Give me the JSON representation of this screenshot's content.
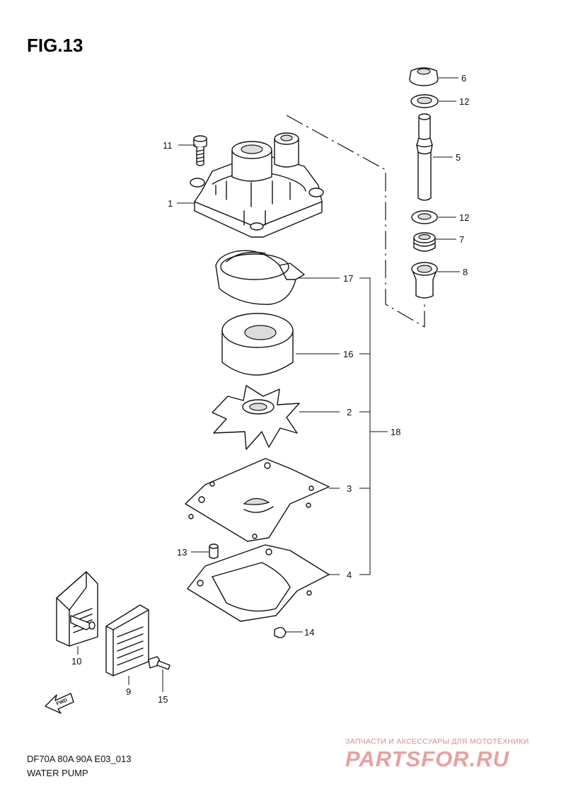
{
  "figure": {
    "title": "FIG.13",
    "model": "DF70A 80A 90A E03_013",
    "name": "WATER PUMP"
  },
  "callouts": {
    "c1": "1",
    "c2": "2",
    "c3": "3",
    "c4": "4",
    "c5": "5",
    "c6": "6",
    "c7": "7",
    "c8": "8",
    "c9": "9",
    "c10": "10",
    "c11": "11",
    "c12a": "12",
    "c12b": "12",
    "c13": "13",
    "c14": "14",
    "c15": "15",
    "c16": "16",
    "c17": "17",
    "c18": "18"
  },
  "fwd_marker": {
    "label": "FWD"
  },
  "watermark": {
    "caption": "ЗАПЧАСТИ И АКСЕССУАРЫ ДЛЯ МОТОТЕХНИКИ",
    "brand": "PARTSFOR.RU",
    "color": "#e9a0a0"
  }
}
